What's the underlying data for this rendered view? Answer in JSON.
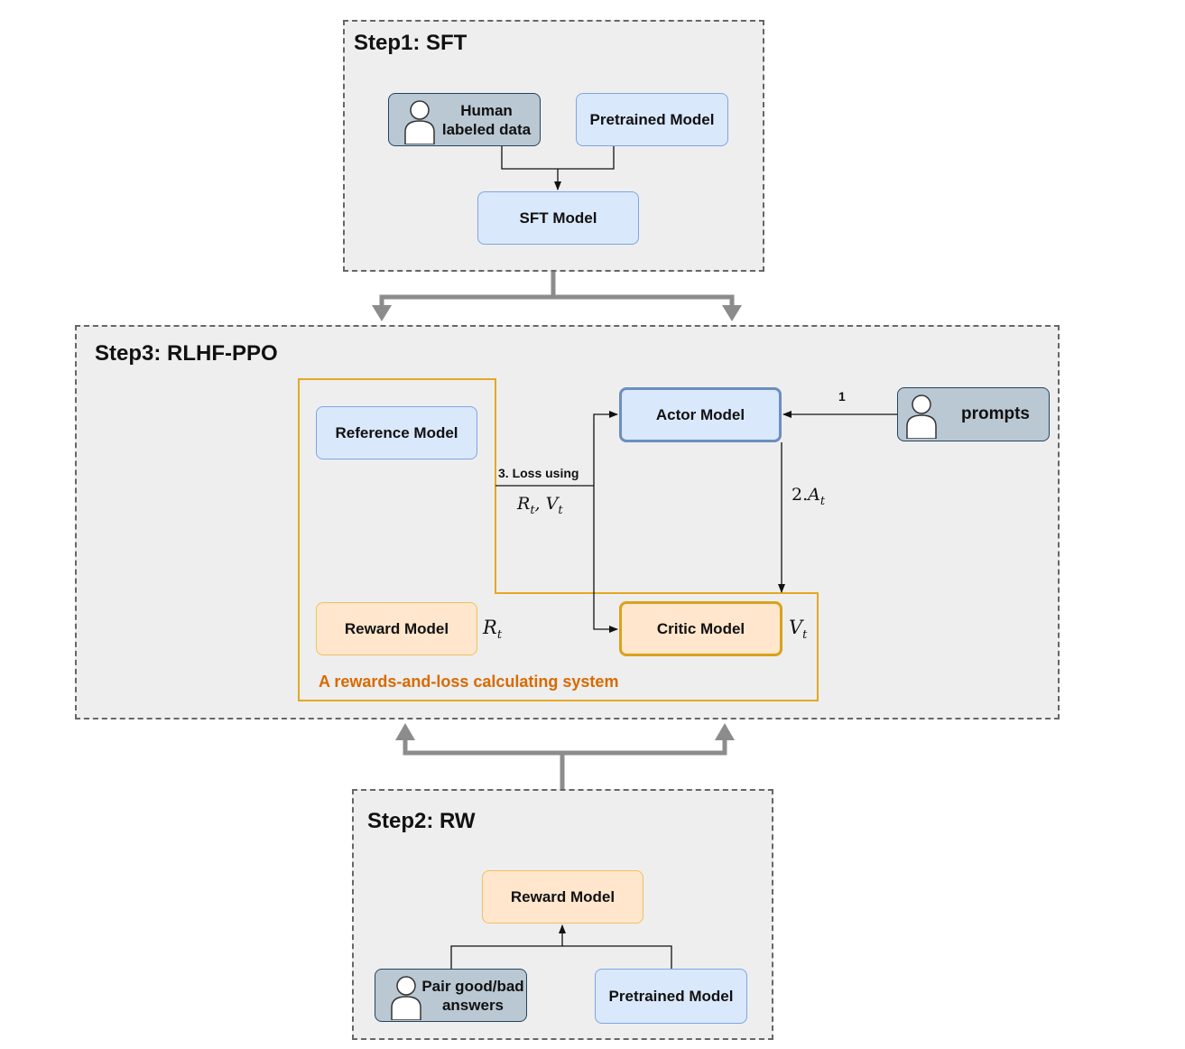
{
  "step1": {
    "title": "Step1: SFT",
    "human_line1": "Human",
    "human_line2": "labeled data",
    "pretrained": "Pretrained Model",
    "sft_model": "SFT Model"
  },
  "step3": {
    "title": "Step3: RLHF-PPO",
    "reference_model": "Reference Model",
    "actor_model": "Actor Model",
    "prompts": "prompts",
    "reward_model": "Reward Model",
    "critic_model": "Critic Model",
    "system_label": "A rewards-and-loss calculating system",
    "edge_1": "1",
    "edge_2_prefix": "2.",
    "edge_2_var": "A",
    "edge_2_sub": "t",
    "loss_label": "3. Loss using",
    "loss_math": "R",
    "loss_math_sub": "t",
    "loss_math_sep": ", ",
    "loss_math2": "V",
    "loss_math2_sub": "t",
    "rt_var": "R",
    "rt_sub": "t",
    "vt_var": "V",
    "vt_sub": "t"
  },
  "step2": {
    "title": "Step2: RW",
    "reward_model": "Reward Model",
    "pair_line1": "Pair good/bad",
    "pair_line2": "answers",
    "pretrained": "Pretrained Model"
  },
  "icons": {
    "person": "person-icon"
  },
  "colors": {
    "panel_bg": "#eeeeee",
    "blue_fill": "#dae8fc",
    "orange_fill": "#ffe6cc",
    "grey_fill": "#bac8d3",
    "system_border": "#e5a823",
    "system_label": "#d86a00"
  }
}
